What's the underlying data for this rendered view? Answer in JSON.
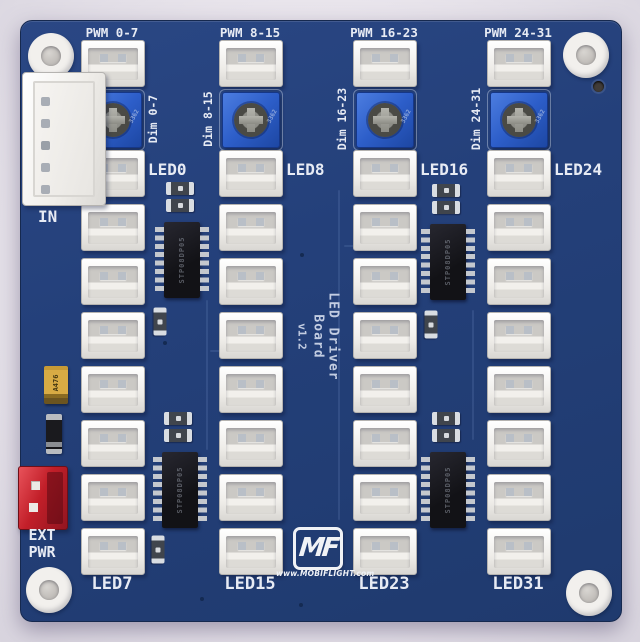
{
  "board": {
    "title_line1": "LED Driver Board",
    "title_line2": "v1.2",
    "input_label": "IN",
    "ext_power_line1": "EXT",
    "ext_power_line2": "PWR",
    "logo_text": "MF",
    "logo_url": "www.MOBIFLIGHT.com",
    "capacitor_marking": "A476",
    "ic_marking": "STP08DP05",
    "pot_marking": "3362",
    "colors": {
      "pcb_blue": "#24407A",
      "silkscreen_white": "#E7EBF4",
      "trimmer_blue": "#2D5EC9",
      "ext_power_red": "#C21F29",
      "capacitor_yellow": "#D8AB44",
      "connector_white": "#F3F1EE",
      "background": "#EAE6ED"
    }
  },
  "columns": [
    {
      "pwm_label": "PWM 0-7",
      "dim_label": "Dim 0-7",
      "first_led_label": "LED0",
      "last_led_label": "LED7",
      "led_connector_count": 8
    },
    {
      "pwm_label": "PWM 8-15",
      "dim_label": "Dim 8-15",
      "first_led_label": "LED8",
      "last_led_label": "LED15",
      "led_connector_count": 8
    },
    {
      "pwm_label": "PWM 16-23",
      "dim_label": "Dim 16-23",
      "first_led_label": "LED16",
      "last_led_label": "LED23",
      "led_connector_count": 8
    },
    {
      "pwm_label": "PWM 24-31",
      "dim_label": "Dim 24-31",
      "first_led_label": "LED24",
      "last_led_label": "LED31",
      "led_connector_count": 8
    }
  ]
}
